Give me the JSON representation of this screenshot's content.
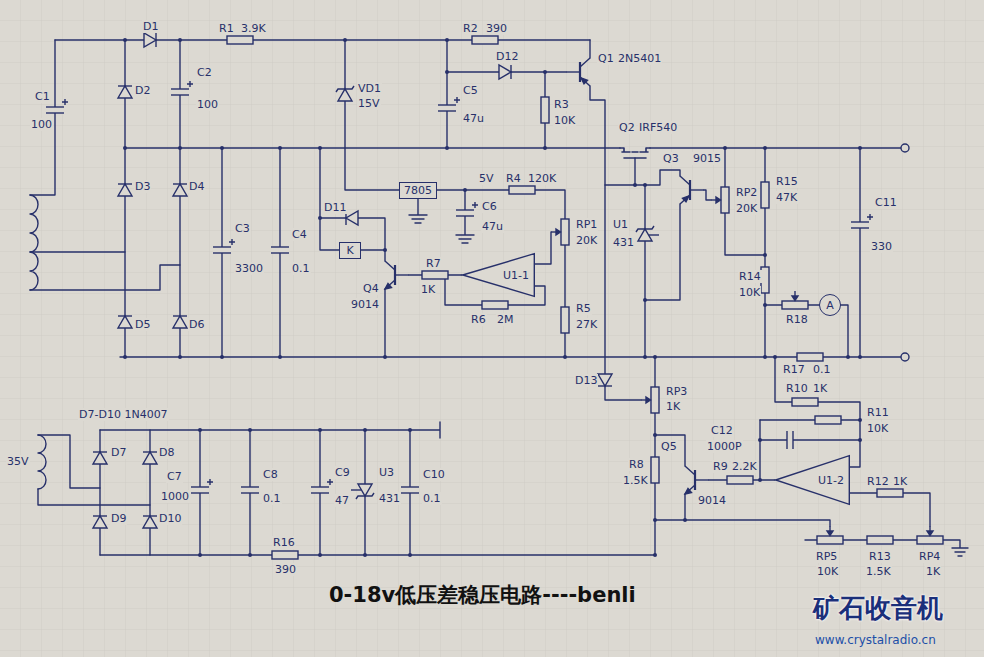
{
  "diagram": {
    "caption": "0-18v低压差稳压电路----benli",
    "nodes": [
      {
        "text": [
          "7805"
        ]
      },
      {
        "text": [
          "K"
        ]
      },
      {
        "text": [
          "U1-1"
        ]
      },
      {
        "text": [
          "A"
        ]
      },
      {
        "text": [
          "U1-2"
        ]
      }
    ],
    "labels": [
      "D1",
      "R1",
      "3.9K",
      "R2",
      "390",
      "D12",
      "Q1",
      "2N5401",
      "C2",
      "C1",
      "100",
      "D2",
      "100",
      "VD1",
      "15V",
      "C5",
      "47u",
      "R3",
      "10K",
      "Q2",
      "IRF540",
      "Q3",
      "9015",
      "5V",
      "R4",
      "120K",
      "R15",
      "47K",
      "D3",
      "D4",
      "RP2",
      "C6",
      "D11",
      "C11",
      "330",
      "47u",
      "RP1",
      "20K",
      "20K",
      "U1",
      "431",
      "C3",
      "C4",
      "3300",
      "0.1",
      "R7",
      "R14",
      "10K",
      "Q4",
      "1K",
      "R5",
      "9014",
      "R18",
      "R6",
      "2M",
      "27K",
      "D5",
      "D6",
      "R17",
      "0.1",
      "D13",
      "RP3",
      "1K",
      "R10",
      "1K",
      "D7-D10 1N4007",
      "R11",
      "10K",
      "C12",
      "1000P",
      "Q5",
      "D7",
      "D8",
      "35V",
      "R8",
      "R9",
      "2.2K",
      "U3",
      "C7",
      "C8",
      "C9",
      "C10",
      "1.5K",
      "R12",
      "1K",
      "1000",
      "0.1",
      "47",
      "431",
      "0.1",
      "9014",
      "D9",
      "D10",
      "R16",
      "RP5",
      "R13",
      "RP4",
      "390",
      "10K",
      "1.5K",
      "1K",
      "矿石收音机",
      "www.crystalradio.cn"
    ]
  }
}
